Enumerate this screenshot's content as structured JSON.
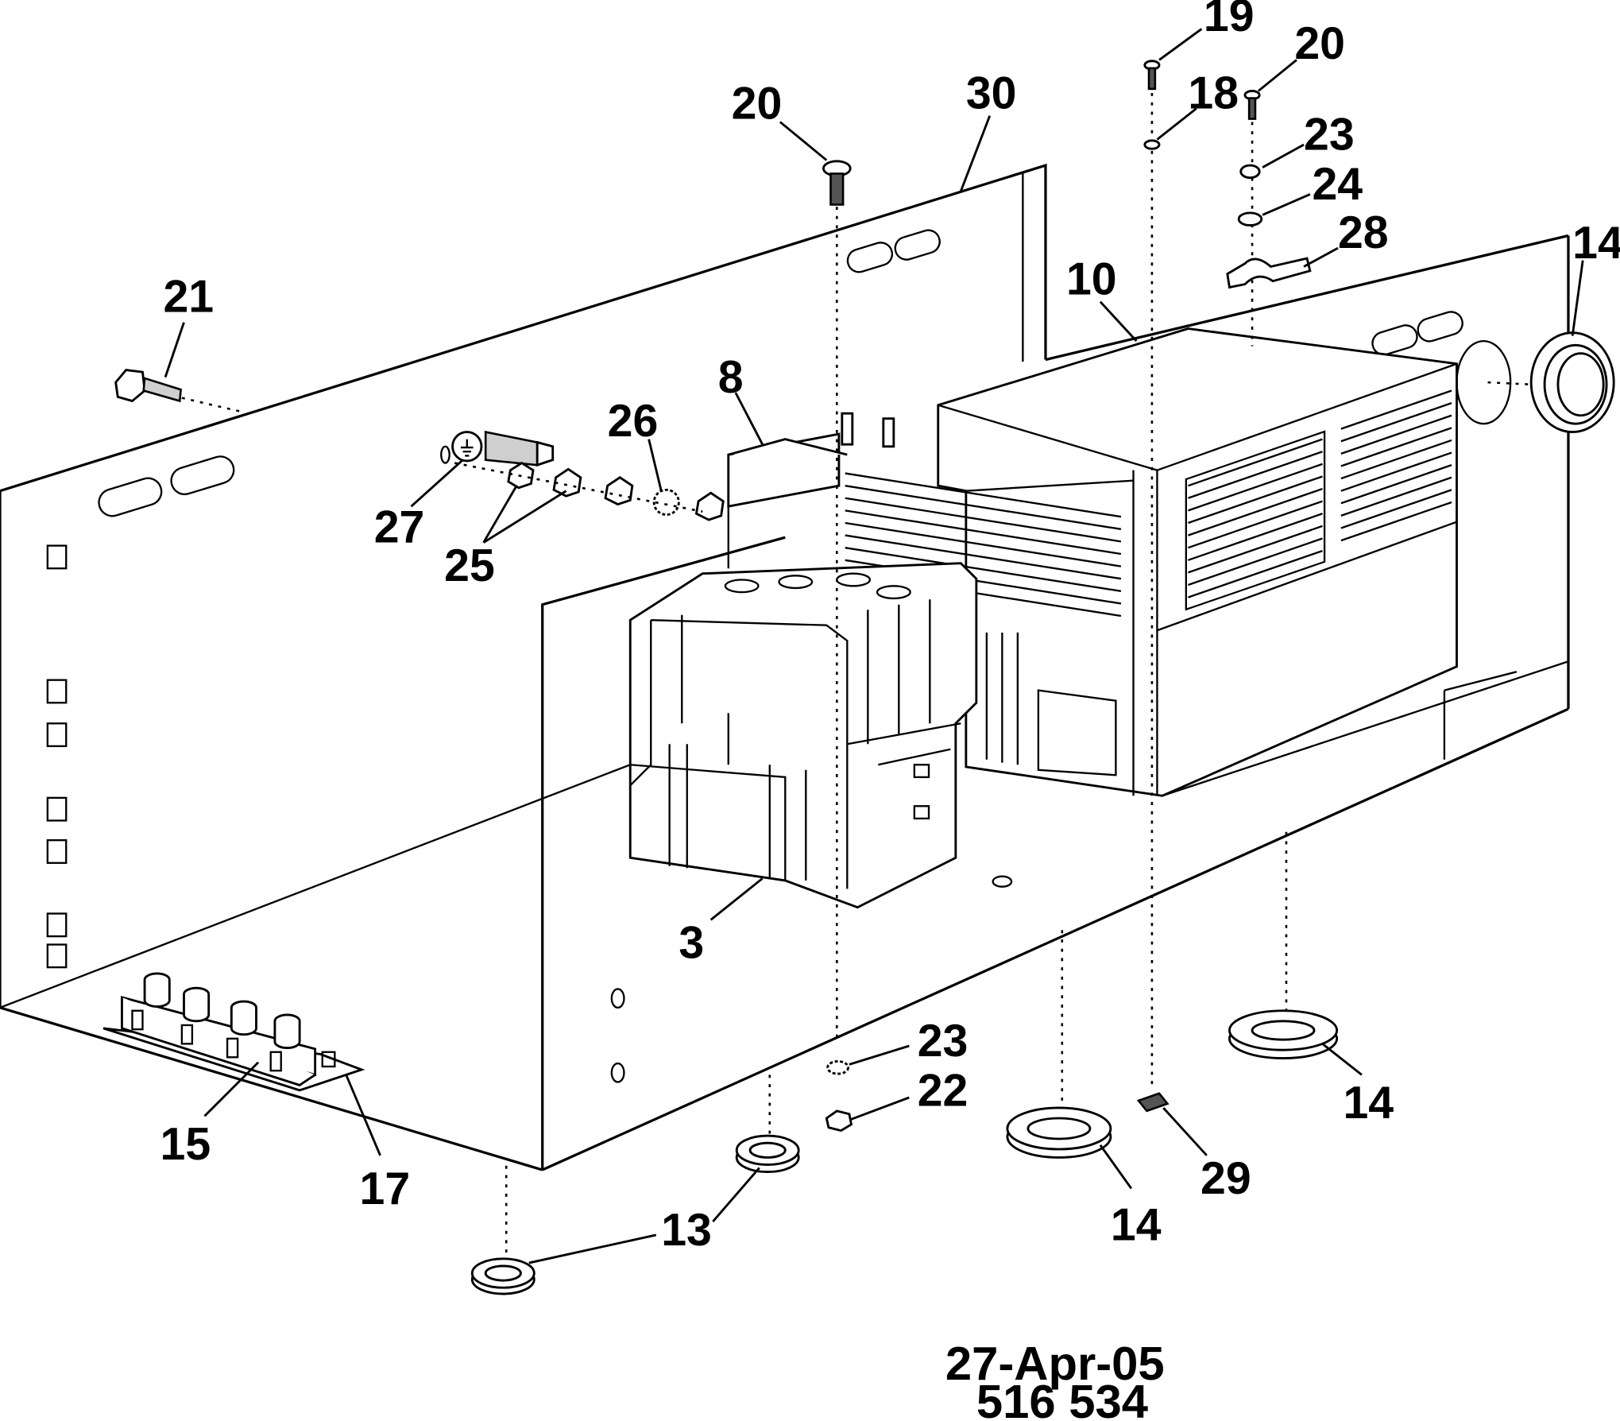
{
  "callouts": [
    {
      "id": "c19",
      "text": "19"
    },
    {
      "id": "c20a",
      "text": "20"
    },
    {
      "id": "c20b",
      "text": "20"
    },
    {
      "id": "c30",
      "text": "30"
    },
    {
      "id": "c18",
      "text": "18"
    },
    {
      "id": "c23a",
      "text": "23"
    },
    {
      "id": "c24",
      "text": "24"
    },
    {
      "id": "c28",
      "text": "28"
    },
    {
      "id": "c14a",
      "text": "14"
    },
    {
      "id": "c10",
      "text": "10"
    },
    {
      "id": "c21",
      "text": "21"
    },
    {
      "id": "c8",
      "text": "8"
    },
    {
      "id": "c26",
      "text": "26"
    },
    {
      "id": "c27",
      "text": "27"
    },
    {
      "id": "c25",
      "text": "25"
    },
    {
      "id": "c3",
      "text": "3"
    },
    {
      "id": "c23b",
      "text": "23"
    },
    {
      "id": "c22",
      "text": "22"
    },
    {
      "id": "c14b",
      "text": "14"
    },
    {
      "id": "c29",
      "text": "29"
    },
    {
      "id": "c14c",
      "text": "14"
    },
    {
      "id": "c15",
      "text": "15"
    },
    {
      "id": "c17",
      "text": "17"
    },
    {
      "id": "c13",
      "text": "13"
    }
  ],
  "footer": {
    "date": "27-Apr-05",
    "drawing_number": "516 534"
  }
}
